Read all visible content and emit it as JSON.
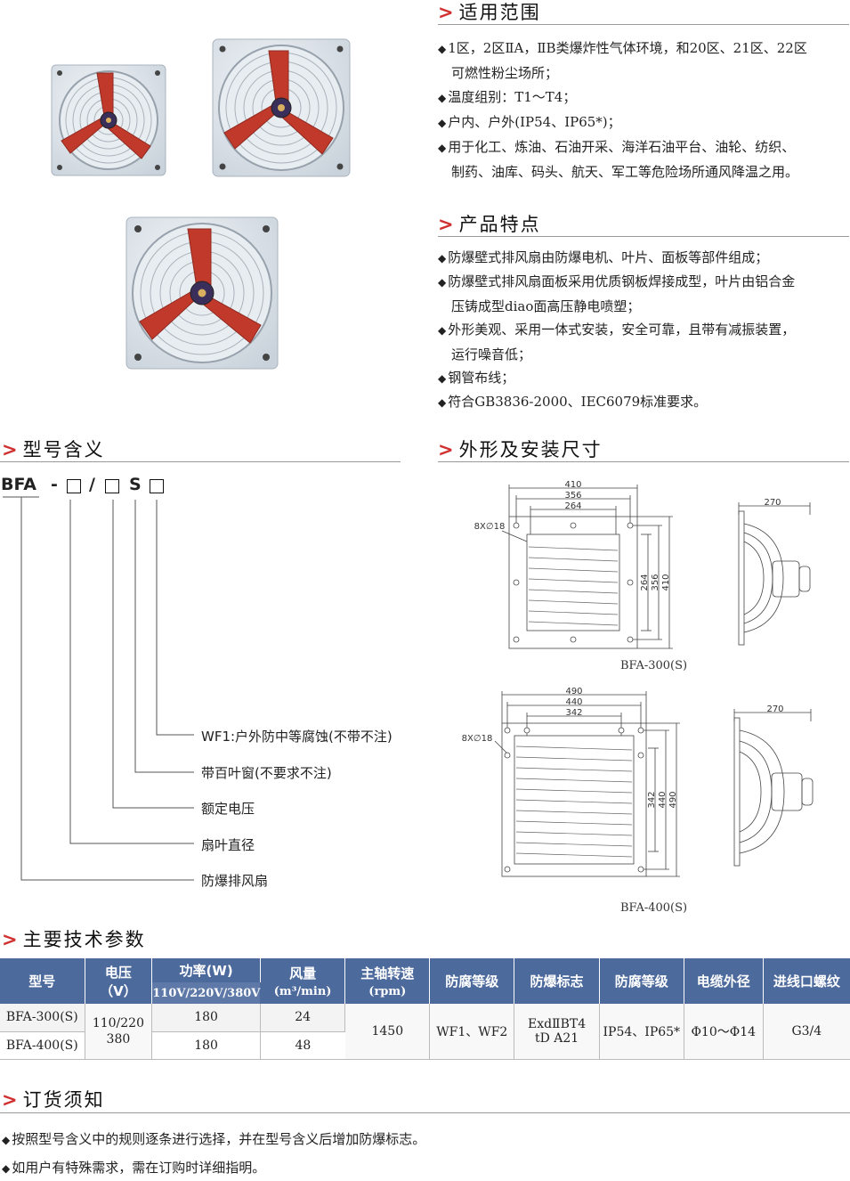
{
  "sections": {
    "scope_title": "适用范围",
    "features_title": "产品特点",
    "model_title": "型号含义",
    "dimension_title": "外形及安装尺寸",
    "params_title": "主要技术参数",
    "order_title": "订货须知"
  },
  "scope_items": [
    [
      "1区，2区ⅡA，ⅡB类爆炸性气体环境，和20区、21区、22区",
      "可燃性粉尘场所；"
    ],
    [
      "温度组别：T1～T4；"
    ],
    [
      "户内、户外(IP54、IP65*)；"
    ],
    [
      "用于化工、炼油、石油开采、海洋石油平台、油轮、纺织、",
      "制药、油库、码头、航天、军工等危险场所通风降温之用。"
    ]
  ],
  "feature_items": [
    [
      "防爆壁式排风扇由防爆电机、叶片、面板等部件组成；"
    ],
    [
      "防爆壁式排风扇面板采用优质钢板焊接成型，叶片由铝合金",
      "压铸成型diao面高压静电喷塑；"
    ],
    [
      "外形美观、采用一体式安装，安全可靠，且带有减振装置，",
      "运行噪音低；"
    ],
    [
      "钢管布线；"
    ],
    [
      "符合GB3836-2000、IEC6079标准要求。"
    ]
  ],
  "model_code": {
    "prefix": "BFA",
    "dash": "-",
    "slash": "/",
    "s": "S",
    "legend": [
      "WF1:户外防中等腐蚀(不带不注)",
      "带百叶窗(不要求不注)",
      "额定电压",
      "扇叶直径",
      "防爆排风扇"
    ]
  },
  "drawings": [
    {
      "name": "BFA-300(S)",
      "w1": "410",
      "w2": "356",
      "w3": "264",
      "h1": "264",
      "h2": "356",
      "h3": "410",
      "holes": "8X∅18",
      "depth": "270"
    },
    {
      "name": "BFA-400(S)",
      "w1": "490",
      "w2": "440",
      "w3": "342",
      "h1": "342",
      "h2": "440",
      "h3": "490",
      "holes": "8X∅18",
      "depth": "270"
    }
  ],
  "table": {
    "headers": {
      "model": "型号",
      "voltage": "电压",
      "voltage_unit": "（V）",
      "power": "功率(W)",
      "power_sub": "110V/220V/380V",
      "airflow": "风量",
      "airflow_unit": "(m³/min)",
      "speed": "主轴转速",
      "speed_unit": "(rpm)",
      "anticorrosion": "防腐等级",
      "ex_mark": "防爆标志",
      "protection": "防腐等级",
      "cable": "电缆外径",
      "thread": "进线口螺纹"
    },
    "rows": [
      {
        "model": "BFA-300(S)",
        "power": "180",
        "airflow": "24"
      },
      {
        "model": "BFA-400(S)",
        "power": "180",
        "airflow": "48"
      }
    ],
    "shared": {
      "voltage": "110/220\n380",
      "speed": "1450",
      "anticorrosion": "WF1、WF2",
      "ex_mark": "ExdⅡBT4\ntD A21",
      "protection": "IP54、IP65*",
      "cable": "Φ10～Φ14",
      "thread": "G3/4"
    }
  },
  "order_items": [
    "按照型号含义中的规则逐条进行选择，并在型号含义后增加防爆标志。",
    "如用户有特殊需求，需在订购时详细指明。"
  ],
  "colors": {
    "accent": "#d03030",
    "table_header": "#4d6a9d",
    "blade": "#c0392b",
    "panel": "#dce3ea"
  }
}
